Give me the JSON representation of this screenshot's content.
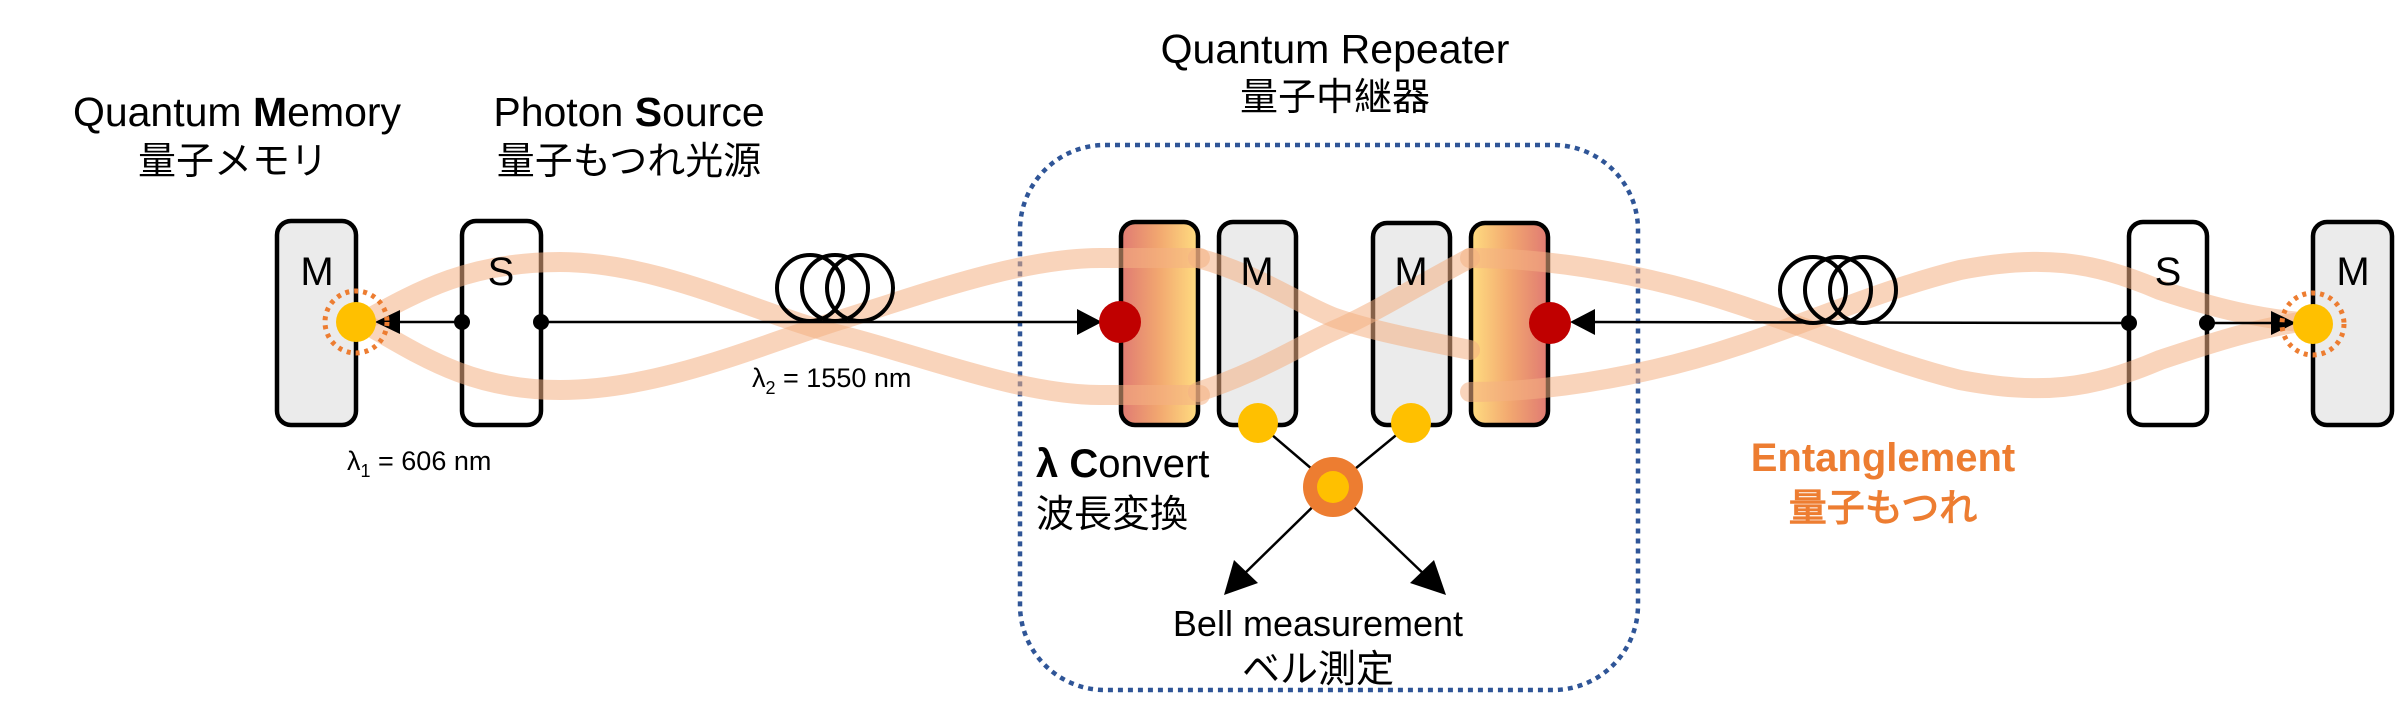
{
  "title": {
    "repeater_en": "Quantum Repeater",
    "repeater_jp": "量子中継器"
  },
  "labels": {
    "memory_en_prefix": "Quantum ",
    "memory_en_bold": "M",
    "memory_en_suffix": "emory",
    "memory_jp": "量子メモリ",
    "source_en_prefix": "Photon ",
    "source_en_bold": "S",
    "source_en_suffix": "ource",
    "source_jp": "量子もつれ光源",
    "convert_bold_lambda": "λ ",
    "convert_bold_c": "C",
    "convert_suffix": "onvert",
    "convert_jp": "波長変換",
    "bell_en": "Bell measurement",
    "bell_jp": "ベル測定",
    "entanglement_en": "Entanglement",
    "entanglement_jp": "量子もつれ",
    "lambda1_symbol": "λ",
    "lambda1_sub": "1",
    "lambda1_value": " = 606 nm",
    "lambda2_symbol": "λ",
    "lambda2_sub": "2",
    "lambda2_value": " = 1550 nm"
  },
  "components": [
    {
      "id": "memory-left",
      "type": "memory",
      "letter": "M"
    },
    {
      "id": "source-left",
      "type": "source",
      "letter": "S"
    },
    {
      "id": "converter-left",
      "type": "converter"
    },
    {
      "id": "memory-repeater-left",
      "type": "memory",
      "letter": "M"
    },
    {
      "id": "memory-repeater-right",
      "type": "memory",
      "letter": "M"
    },
    {
      "id": "converter-right",
      "type": "converter"
    },
    {
      "id": "source-right",
      "type": "source",
      "letter": "S"
    },
    {
      "id": "memory-right",
      "type": "memory",
      "letter": "M"
    }
  ],
  "colors": {
    "memory_fill": "#EBEBEB",
    "source_fill": "#FFFFFF",
    "box_stroke": "#000000",
    "photon_yellow": "#FFC000",
    "qubit_red": "#C00000",
    "bell_orange": "#ED7D31",
    "ribbon": "#F4B183",
    "repeater_border": "#2F5597",
    "converter_red": "#E06666",
    "converter_yellow": "#FFD966",
    "entanglement_text": "#ED7D31"
  }
}
